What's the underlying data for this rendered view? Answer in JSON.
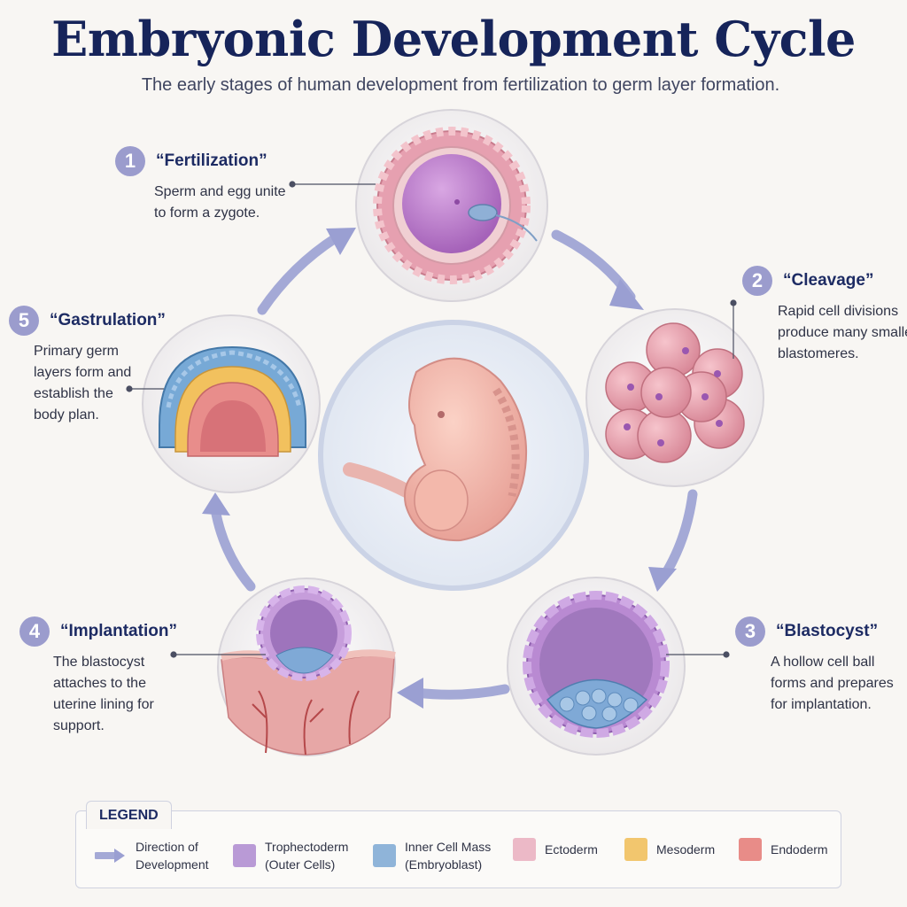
{
  "title": "Embryonic Development Cycle",
  "subtitle": "The early stages of human development from fertilization to germ layer formation.",
  "stages": [
    {
      "number": "1",
      "title": "“Fertilization”",
      "desc": [
        "Sperm and egg unite",
        "to form a zygote."
      ]
    },
    {
      "number": "2",
      "title": "“Cleavage”",
      "desc": [
        "Rapid cell divisions",
        "produce many smaller",
        "blastomeres."
      ]
    },
    {
      "number": "3",
      "title": "“Blastocyst”",
      "desc": [
        "A hollow cell ball",
        "forms and prepares",
        "for implantation."
      ]
    },
    {
      "number": "4",
      "title": "“Implantation”",
      "desc": [
        "The blastocyst",
        "attaches to the",
        "uterine lining for",
        "support."
      ]
    },
    {
      "number": "5",
      "title": "“Gastrulation”",
      "desc": [
        "Primary germ",
        "layers form and",
        "establish the",
        "body plan."
      ]
    }
  ],
  "legend": {
    "heading": "LEGEND",
    "direction": [
      "Direction of",
      "Development"
    ],
    "items": [
      {
        "label": [
          "Trophectoderm",
          "(Outer Cells)"
        ],
        "color": "#b99ad6"
      },
      {
        "label": [
          "Inner Cell Mass",
          "(Embryoblast)"
        ],
        "color": "#8fb4d9"
      },
      {
        "label": [
          "Ectoderm"
        ],
        "color": "#ecb9c7"
      },
      {
        "label": [
          "Mesoderm"
        ],
        "color": "#f2c66e"
      },
      {
        "label": [
          "Endoderm"
        ],
        "color": "#e88c88"
      }
    ]
  },
  "colors": {
    "title": "#16245a",
    "badge": "#9b9ccd",
    "arrow": "#a4a9d6"
  }
}
